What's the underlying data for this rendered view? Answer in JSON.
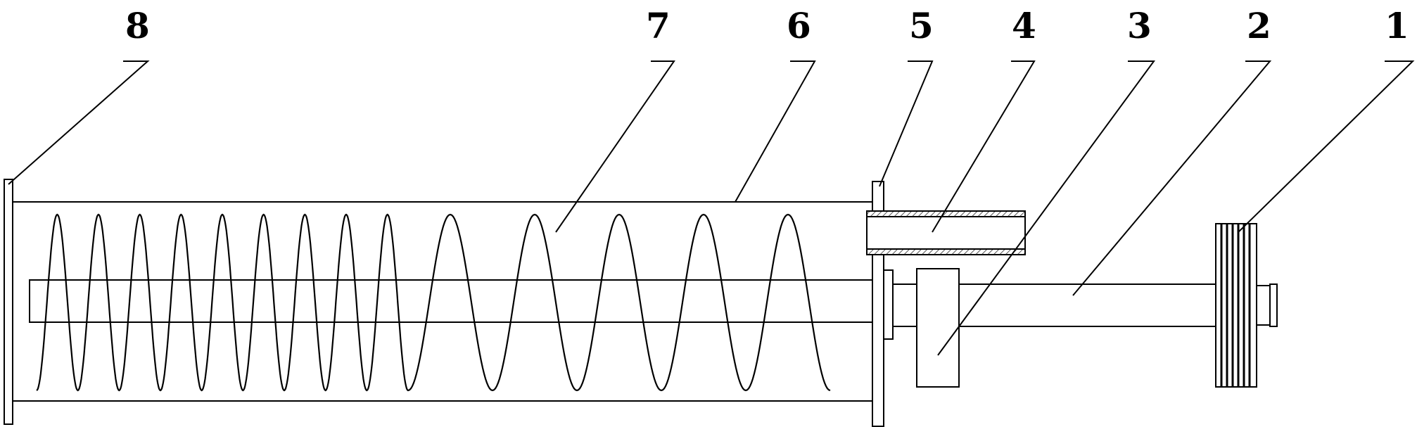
{
  "labels": [
    {
      "id": "label-8",
      "text": "8"
    },
    {
      "id": "label-7",
      "text": "7"
    },
    {
      "id": "label-6",
      "text": "6"
    },
    {
      "id": "label-5",
      "text": "5"
    },
    {
      "id": "label-4",
      "text": "4"
    },
    {
      "id": "label-3",
      "text": "3"
    },
    {
      "id": "label-2",
      "text": "2"
    },
    {
      "id": "label-1",
      "text": "1"
    }
  ],
  "colors": {
    "stroke": "#000000",
    "background": "#ffffff",
    "hatch": "#555555"
  }
}
